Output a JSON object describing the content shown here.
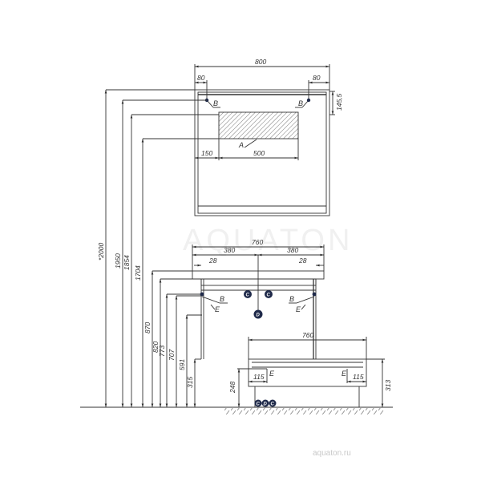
{
  "drawing": {
    "watermark": "AQUATON",
    "site": "aquaton.ru",
    "ink_color": "#333333",
    "marker_color": "#1f2a4a"
  },
  "mirror": {
    "width": "800",
    "left_offset": "80",
    "right_offset": "80",
    "top_band": "145,5",
    "light_left": "150",
    "light_width": "500",
    "labels": {
      "a": "A",
      "b_left": "B",
      "b_right": "B"
    }
  },
  "vanity": {
    "width": "760",
    "half_left": "380",
    "half_right": "380",
    "edge_left": "28",
    "edge_right": "28",
    "labels": {
      "b_left": "B",
      "b_right": "B",
      "e_left": "E",
      "e_right": "E",
      "c1": "C",
      "c2": "C",
      "d": "D"
    }
  },
  "lower_unit": {
    "width": "760",
    "inset_left": "115",
    "inset_right": "115",
    "height_left": "248",
    "height_right": "313",
    "labels": {
      "e_left": "E",
      "e_right": "E",
      "c_left": "C",
      "d": "D",
      "c_right": "C"
    }
  },
  "heights": [
    {
      "value": "*2000"
    },
    {
      "value": "1950"
    },
    {
      "value": "1854"
    },
    {
      "value": "1704"
    },
    {
      "value": "870"
    },
    {
      "value": "820"
    },
    {
      "value": "773"
    },
    {
      "value": "707"
    },
    {
      "value": "591"
    },
    {
      "value": "315"
    }
  ]
}
